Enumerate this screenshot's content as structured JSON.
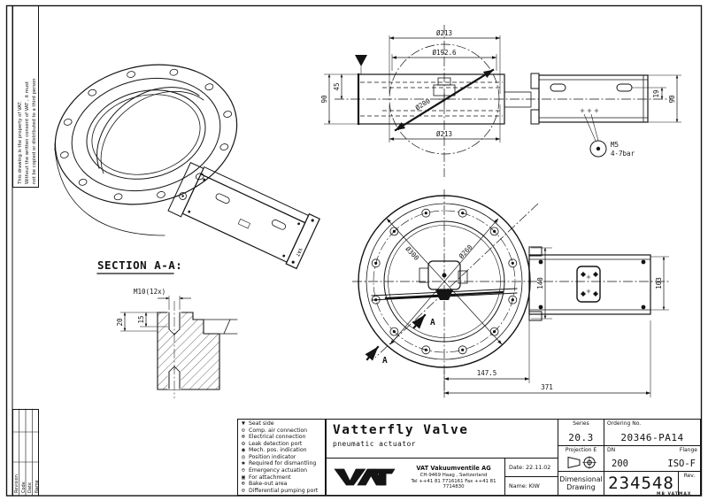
{
  "frame": {
    "property_note_lines": [
      "This drawing is the property of VAT.",
      "Without the written consent of VAT , it must",
      "not be copied or distributed to a third person"
    ],
    "revision_labels": [
      "Revision",
      "Code",
      "Date",
      "Name"
    ],
    "stamp": "MB  VATMAX"
  },
  "legend": {
    "items": [
      {
        "icon": "▼",
        "label": "Seat side"
      },
      {
        "icon": "⊙",
        "label": "Comp. air connection"
      },
      {
        "icon": "⊗",
        "label": "Electrical connection"
      },
      {
        "icon": "⚙",
        "label": "Leak detection port"
      },
      {
        "icon": "◉",
        "label": "Mech. pos. indication"
      },
      {
        "icon": "◎",
        "label": "Position indicator"
      },
      {
        "icon": "✱",
        "label": "Required for dismantling"
      },
      {
        "icon": "⊖",
        "label": "Emergency actuation"
      },
      {
        "icon": "▣",
        "label": "For attachment"
      },
      {
        "icon": "⊕",
        "label": "Bake-out area"
      },
      {
        "icon": "⊘",
        "label": "Differential pumping port"
      }
    ]
  },
  "title_block": {
    "title": "Vatterfly Valve",
    "subtitle": "pneumatic actuator",
    "logo_text": "VAT",
    "company_name": "VAT Vakuumventile AG",
    "company_address": "CH-9469 Haag , Switzerland",
    "company_phone": "Tel ++41 81 7716161 Fax ++41 81 7714830",
    "date": "Date: 22.11.02",
    "name": "Name: KIW",
    "series_label": "Series",
    "series_value": "20.3",
    "ordering_label": "Ordering No.",
    "ordering_value": "20346-PA14",
    "projection_label": "Projection E",
    "dn_label": "DN",
    "dn_value": "200",
    "flange_label": "Flange",
    "flange_value": "ISO-F",
    "doc_type_line1": "Dimensional",
    "doc_type_line2": "Drawing",
    "drawing_number": "234548",
    "rev_label": "Rev."
  },
  "drawing": {
    "top": {
      "dia_top": "Ø213",
      "dia_seal": "Ø192.6",
      "dia_disc": "Ø200",
      "dia_bottom": "Ø213",
      "dim_left_45": "45",
      "dim_left_90": "90",
      "dim_right_19": "19",
      "dim_right_90": "90",
      "air_thread": "M5",
      "air_pressure": "4-7bar"
    },
    "front": {
      "dia_outer": "Ø300",
      "dia_bolt": "Ø260",
      "dim_140": "140",
      "dim_103": "103",
      "dim_147": "147.5",
      "dim_371": "371",
      "section_a": "A"
    },
    "section": {
      "heading": "SECTION A-A:",
      "thread": "M10(12x)",
      "dim_20": "20",
      "dim_15": "15"
    },
    "iso": {
      "logo": "VAT"
    }
  }
}
